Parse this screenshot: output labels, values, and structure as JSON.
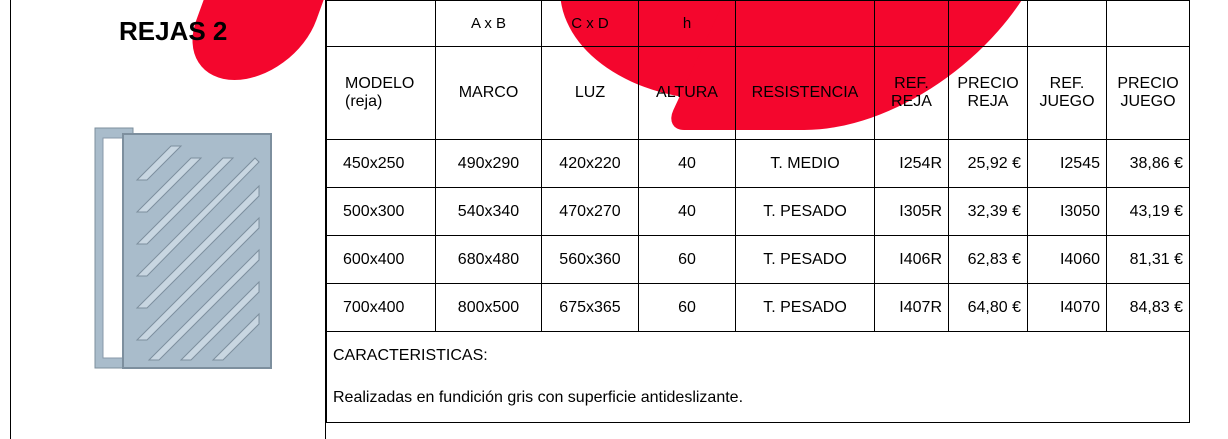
{
  "title": "REJAS 2",
  "dimension_row": [
    "",
    "A x B",
    "C x D",
    "h",
    "",
    "",
    "",
    "",
    ""
  ],
  "header": [
    "MODELO (reja)",
    "MARCO",
    "LUZ",
    "ALTURA",
    "RESISTENCIA",
    "REF. REJA",
    "PRECIO REJA",
    "REF. JUEGO",
    "PRECIO JUEGO"
  ],
  "rows": [
    [
      "450x250",
      "490x290",
      "420x220",
      "40",
      "T. MEDIO",
      "I254R",
      "25,92 €",
      "I2545",
      "38,86 €"
    ],
    [
      "500x300",
      "540x340",
      "470x270",
      "40",
      "T. PESADO",
      "I305R",
      "32,39 €",
      "I3050",
      "43,19 €"
    ],
    [
      "600x400",
      "680x480",
      "560x360",
      "60",
      "T. PESADO",
      "I406R",
      "62,83 €",
      "I4060",
      "81,31 €"
    ],
    [
      "700x400",
      "800x500",
      "675x365",
      "60",
      "T. PESADO",
      "I407R",
      "64,80 €",
      "I4070",
      "84,83 €"
    ]
  ],
  "features": {
    "heading": "CARACTERISTICAS:",
    "text": "Realizadas en fundición gris con superficie antideslizante."
  },
  "colors": {
    "brand": "#f4062d",
    "grate": "#a9bccb"
  }
}
